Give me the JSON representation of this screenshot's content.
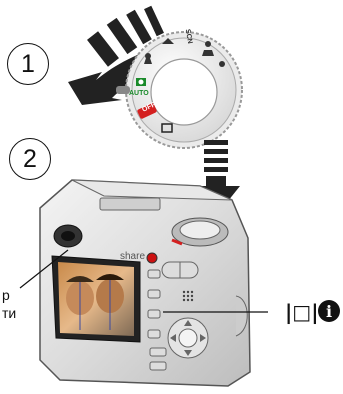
{
  "step1": {
    "number": "1"
  },
  "step2": {
    "number": "2"
  },
  "mode_dial": {
    "auto_label": "AUTO",
    "off_label": "OFF",
    "scn_label": "SCN"
  },
  "camera": {
    "share_label": "share"
  },
  "left_label": {
    "line1": "р",
    "line2": "ти"
  },
  "right_button": {
    "glyph": "|□|",
    "info_glyph": "i"
  },
  "colors": {
    "arrow": "#222222",
    "off_red": "#d42020",
    "auto_green": "#1a8a2a",
    "share_red": "#cc1111"
  }
}
